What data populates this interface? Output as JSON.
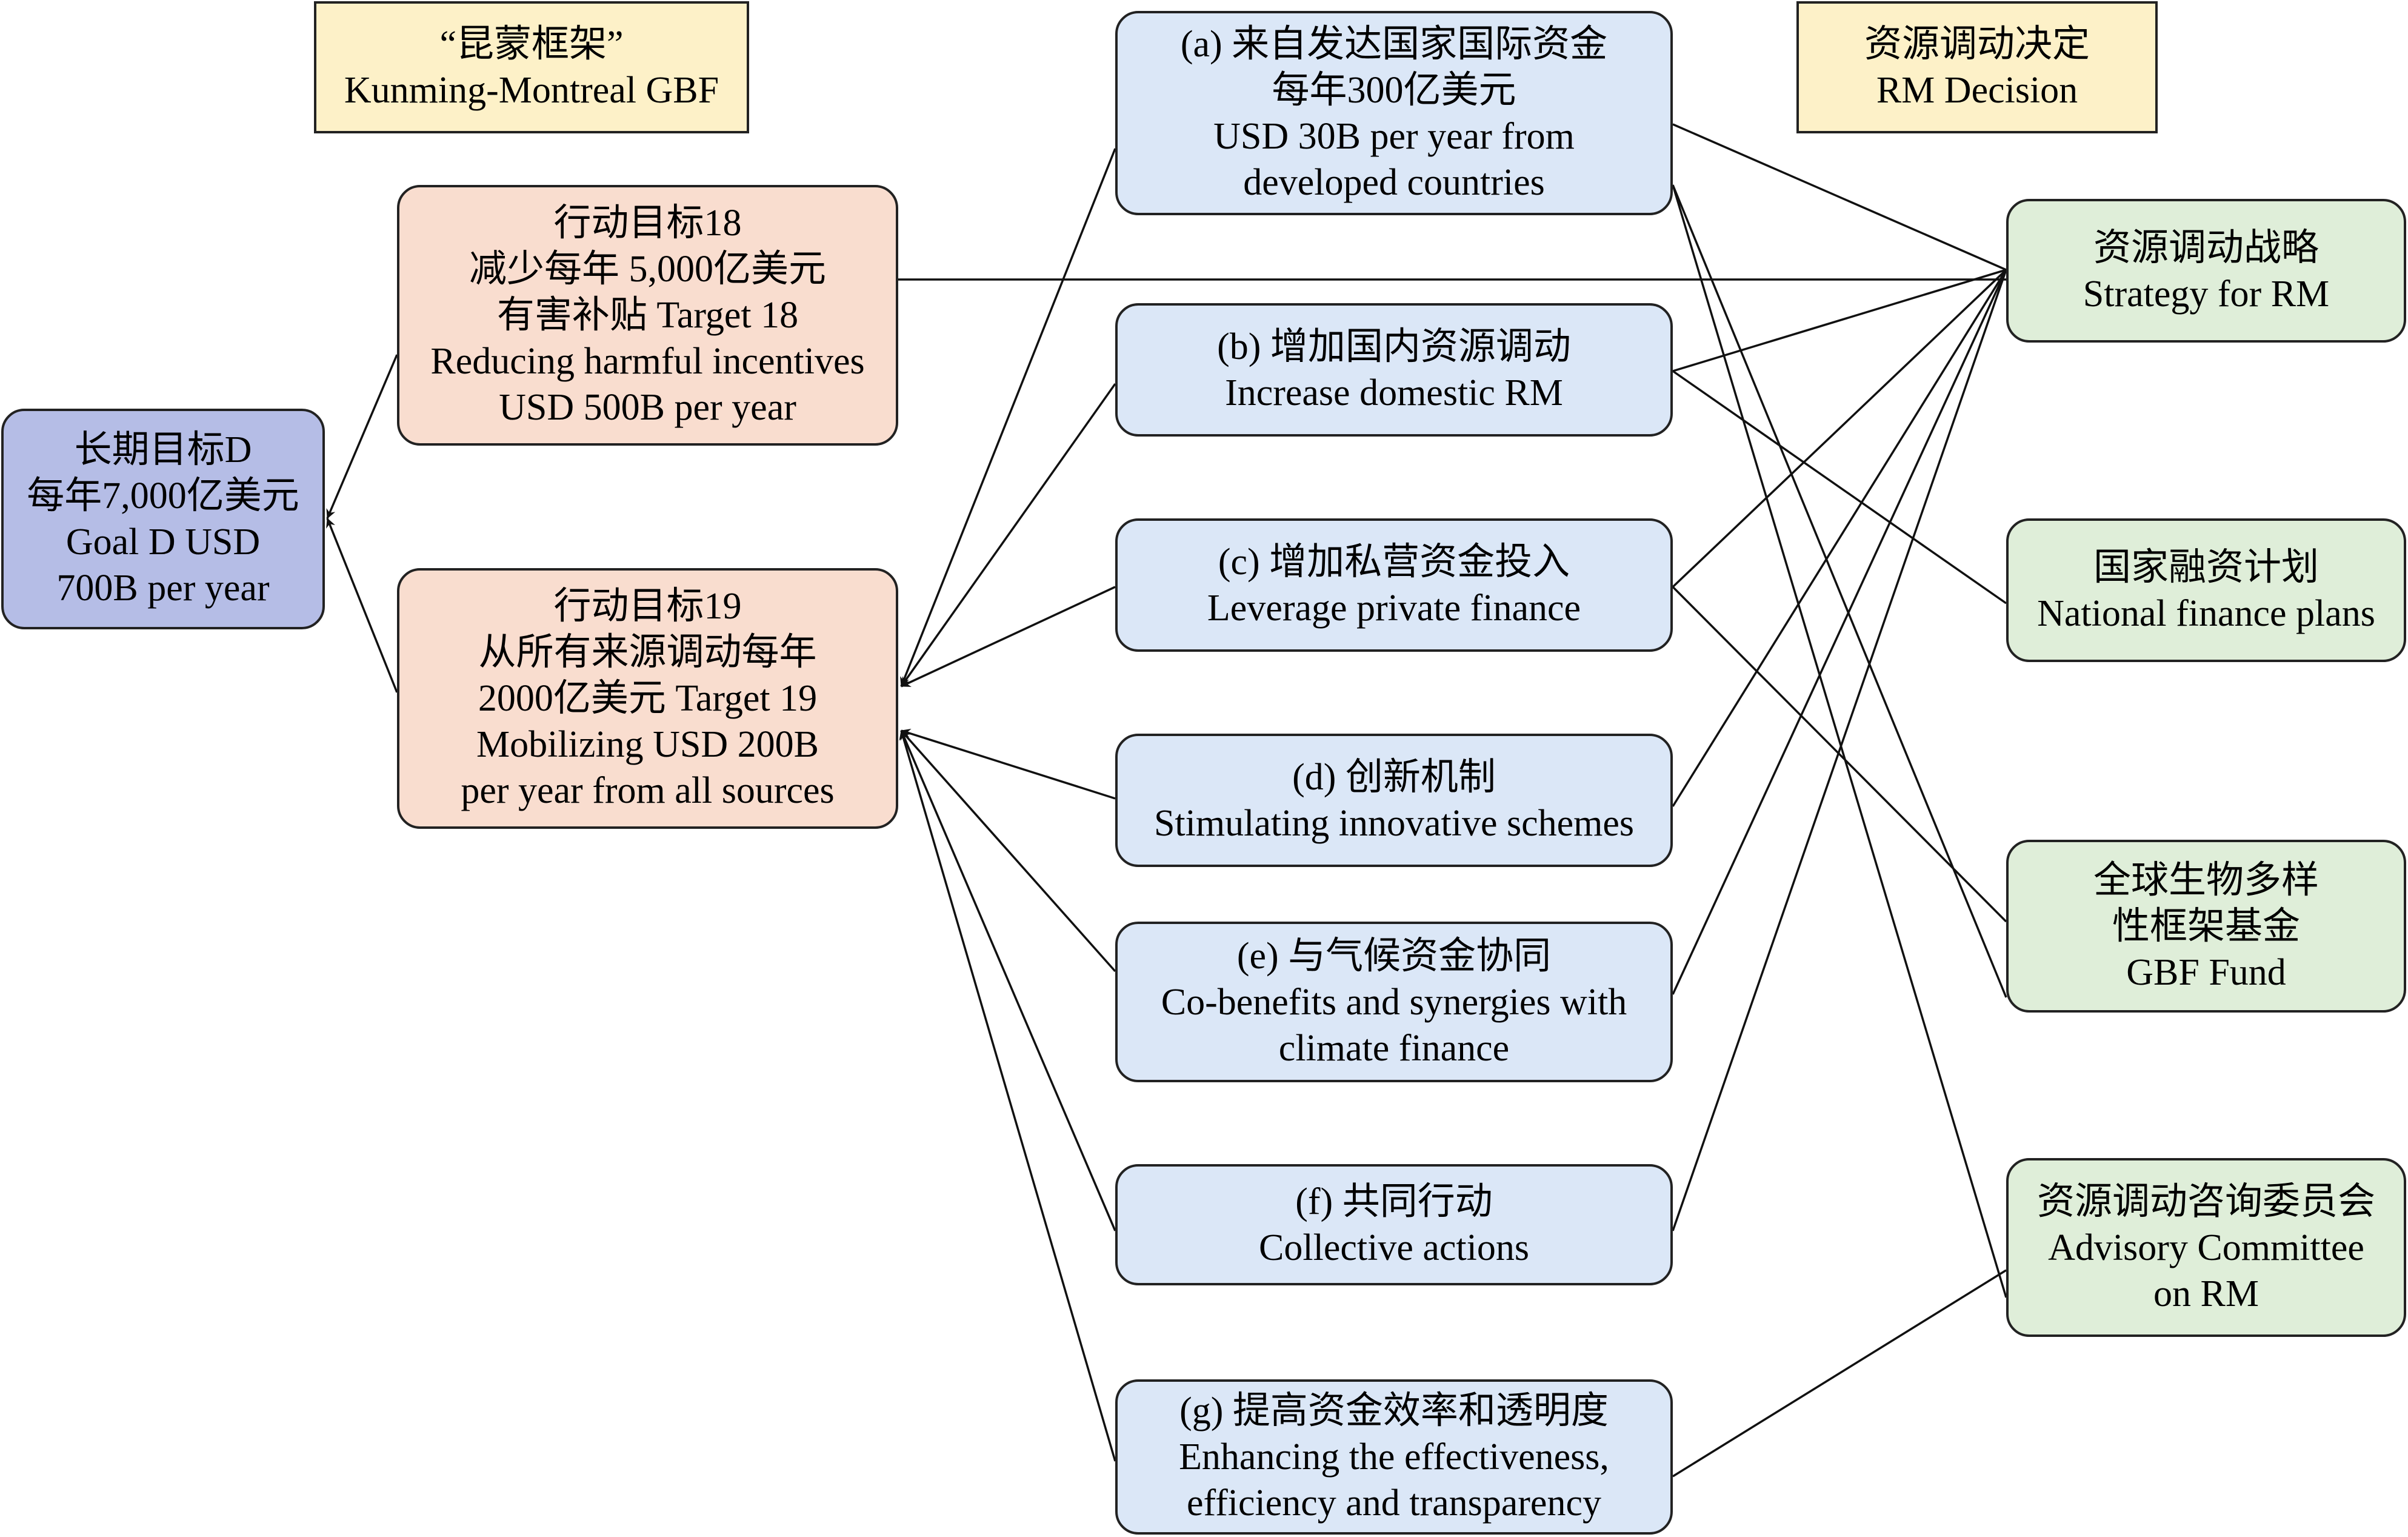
{
  "headers": {
    "gbf": [
      "“昆蒙框架”",
      "Kunming-Montreal GBF"
    ],
    "rm": [
      "资源调动决定",
      "RM Decision"
    ]
  },
  "goal": [
    "长期目标D",
    "每年7,000亿美元",
    "Goal D USD",
    "700B per year"
  ],
  "targets": [
    [
      "行动目标18",
      "减少每年 5,000亿美元",
      "有害补贴 Target 18",
      "Reducing harmful incentives",
      "USD 500B per year"
    ],
    [
      "行动目标19",
      "从所有来源调动每年",
      "2000亿美元 Target 19",
      "Mobilizing USD 200B",
      "per year from all sources"
    ]
  ],
  "actions": [
    [
      "(a) 来自发达国家国际资金",
      "每年300亿美元",
      "USD 30B per year from",
      "developed countries"
    ],
    [
      "(b) 增加国内资源调动",
      "Increase domestic RM"
    ],
    [
      "(c) 增加私营资金投入",
      "Leverage private finance"
    ],
    [
      "(d) 创新机制",
      "Stimulating innovative schemes"
    ],
    [
      "(e) 与气候资金协同",
      "Co-benefits and synergies with",
      "climate finance"
    ],
    [
      "(f) 共同行动",
      "Collective actions"
    ],
    [
      "(g) 提高资金效率和透明度",
      "Enhancing the effectiveness,",
      "efficiency and transparency"
    ]
  ],
  "decisions": [
    [
      "资源调动战略",
      "Strategy for RM"
    ],
    [
      "国家融资计划",
      "National finance plans"
    ],
    [
      "全球生物多样",
      "性框架基金",
      "GBF Fund"
    ],
    [
      "资源调动咨询委员会",
      "Advisory Committee",
      "on RM"
    ]
  ],
  "colors": {
    "goal": "#b5bde6",
    "target": "#f9ddcf",
    "action": "#dbe7f7",
    "decision": "#dfeed9",
    "header": "#fdf1c8",
    "line": "#111111"
  }
}
